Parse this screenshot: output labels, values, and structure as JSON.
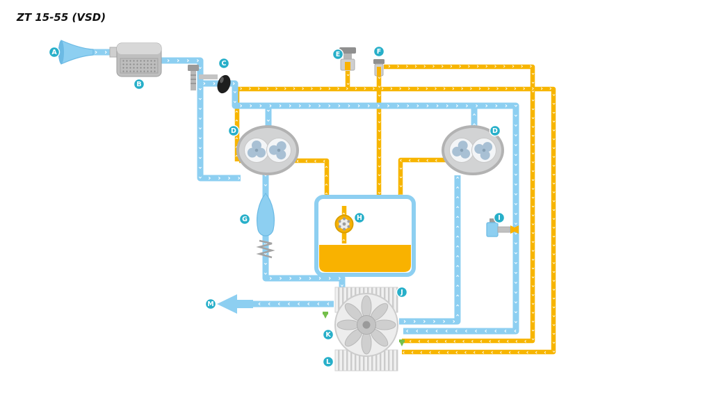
{
  "title": "ZT 15-55 (VSD)",
  "diagram": {
    "flow_marker": "›",
    "colors": {
      "air_pipe": "#8DCFF1",
      "oil_pipe": "#F7B500",
      "badge": "#27AFC9",
      "oil_fill": "#F9B200",
      "drain_valve": "#74BF4B"
    },
    "components": {
      "A": {
        "label": "A",
        "role": "air-inlet"
      },
      "B": {
        "label": "B",
        "role": "air-filter"
      },
      "C": {
        "label": "C",
        "role": "inlet-throttle-valve"
      },
      "D": {
        "label": "D",
        "role": "compression-element"
      },
      "E": {
        "label": "E",
        "role": "regulation-valve"
      },
      "F": {
        "label": "F",
        "role": "vent-valve"
      },
      "G": {
        "label": "G",
        "role": "check-valve"
      },
      "H": {
        "label": "H",
        "role": "oil-pump"
      },
      "I": {
        "label": "I",
        "role": "breather-valve"
      },
      "J": {
        "label": "J",
        "role": "air-cooler"
      },
      "K": {
        "label": "K",
        "role": "cooling-fan"
      },
      "L": {
        "label": "L",
        "role": "oil-cooler"
      },
      "M": {
        "label": "M",
        "role": "air-outlet"
      }
    }
  }
}
